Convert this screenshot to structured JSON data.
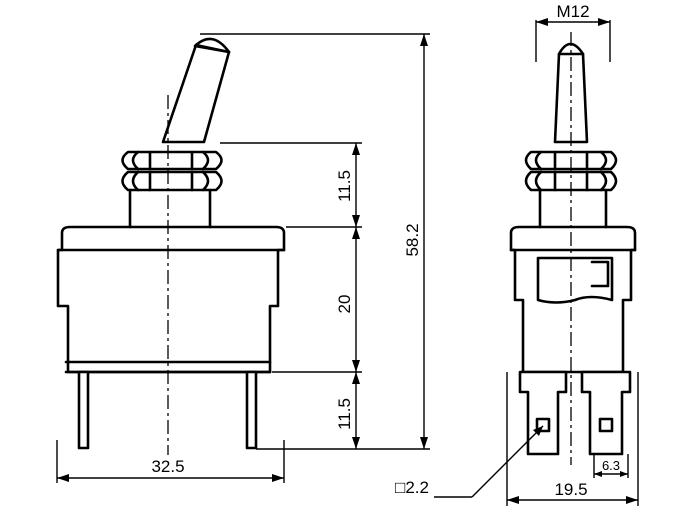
{
  "dimensions": {
    "thread_label": "M12",
    "bushing_height": "11.5",
    "body_height": "20",
    "terminal_length": "11.5",
    "overall_height": "58.2",
    "body_width": "32.5",
    "hole_size": "□2.2",
    "body_depth": "19.5",
    "terminal_width": "6.3"
  }
}
